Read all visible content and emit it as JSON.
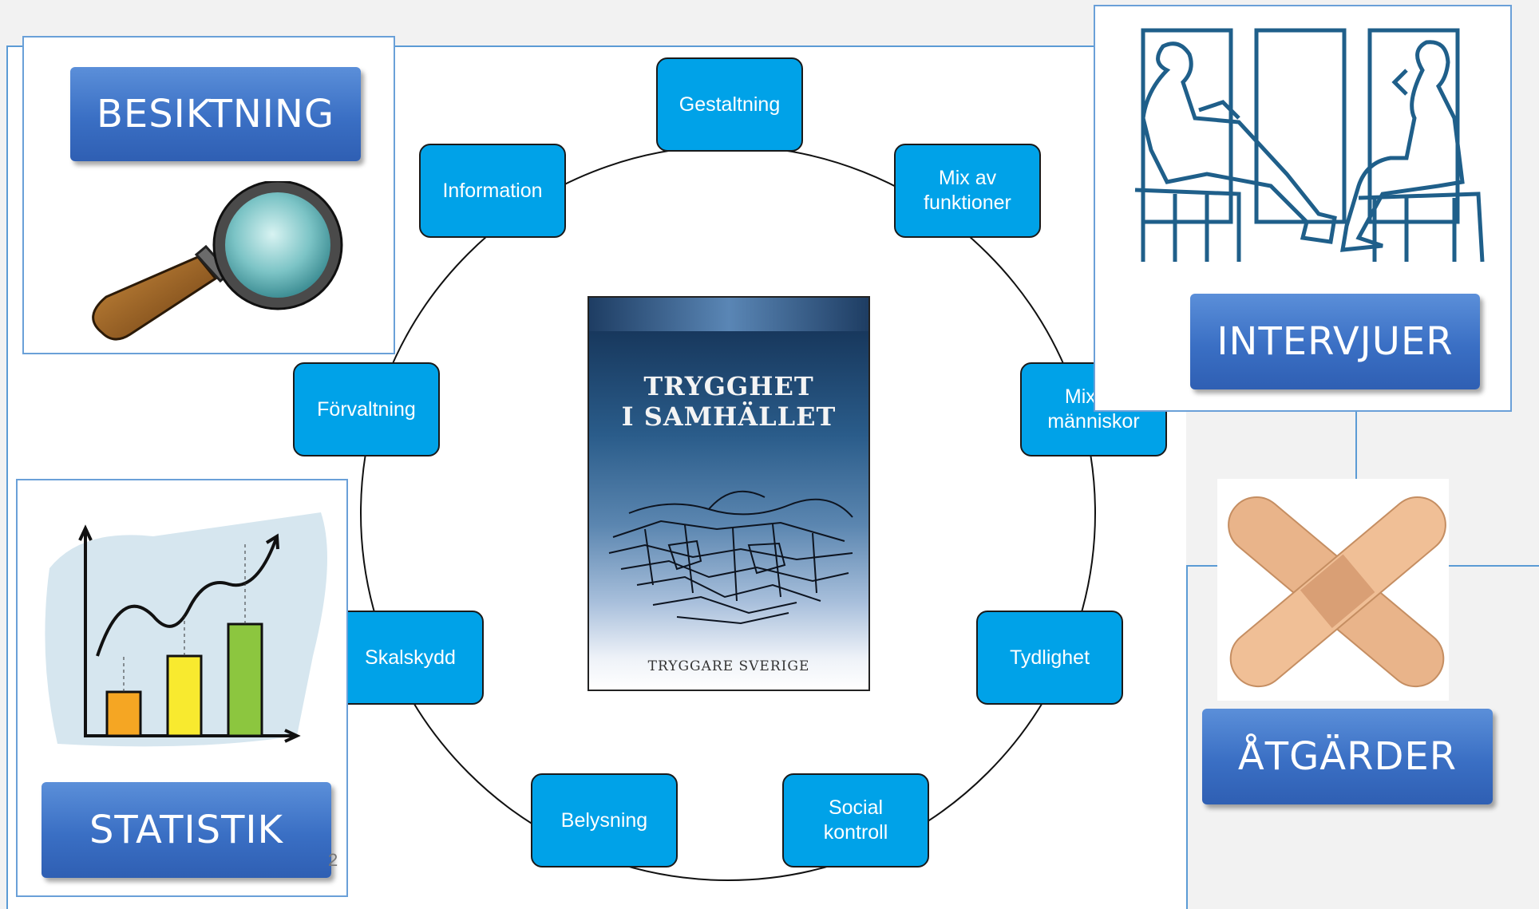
{
  "slide": {
    "page_number": "2",
    "center_book": {
      "title_line1": "TRYGGHET",
      "title_line2": "I SAMHÄLLET",
      "publisher": "TRYGGARE SVERIGE"
    },
    "cycle_nodes": [
      {
        "id": "gestaltning",
        "label": "Gestaltning"
      },
      {
        "id": "mix-funktioner",
        "label": "Mix av\nfunktioner"
      },
      {
        "id": "mix-manniskor",
        "label": "Mix av\nmänniskor"
      },
      {
        "id": "tydlighet",
        "label": "Tydlighet"
      },
      {
        "id": "social-kontroll",
        "label": "Social\nkontroll"
      },
      {
        "id": "belysning",
        "label": "Belysning"
      },
      {
        "id": "skalskydd",
        "label": "Skalskydd"
      },
      {
        "id": "forvaltning",
        "label": "Förvaltning"
      },
      {
        "id": "information",
        "label": "Information"
      }
    ],
    "corner_panels": {
      "besiktning": {
        "label": "BESIKTNING",
        "icon": "magnifying-glass-icon"
      },
      "intervjuer": {
        "label": "INTERVJUER",
        "icon": "interview-silhouette-icon"
      },
      "statistik": {
        "label": "STATISTIK",
        "icon": "bar-chart-icon"
      },
      "atgarder": {
        "label": "ÅTGÄRDER",
        "icon": "bandage-icon"
      }
    },
    "colors": {
      "node_fill": "#00a2e8",
      "label_button": "#3a6fc4",
      "frame_line": "#5b9bd5",
      "background": "#f2f2f2"
    }
  }
}
